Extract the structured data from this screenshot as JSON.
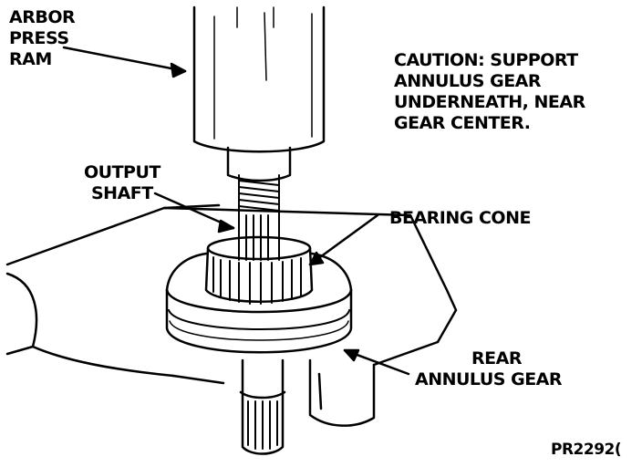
{
  "labels": {
    "arbor_press_ram": [
      "ARBOR",
      "PRESS",
      "RAM"
    ],
    "caution": [
      "CAUTION: SUPPORT",
      "ANNULUS GEAR",
      "UNDERNEATH, NEAR",
      "GEAR CENTER."
    ],
    "output_shaft": [
      "OUTPUT",
      "SHAFT"
    ],
    "bearing_cone": "BEARING CONE",
    "rear_annulus_gear": [
      "REAR",
      "ANNULUS GEAR"
    ],
    "figure_id": "PR2292("
  },
  "colors": {
    "ink": "#000000",
    "paper": "#ffffff"
  }
}
